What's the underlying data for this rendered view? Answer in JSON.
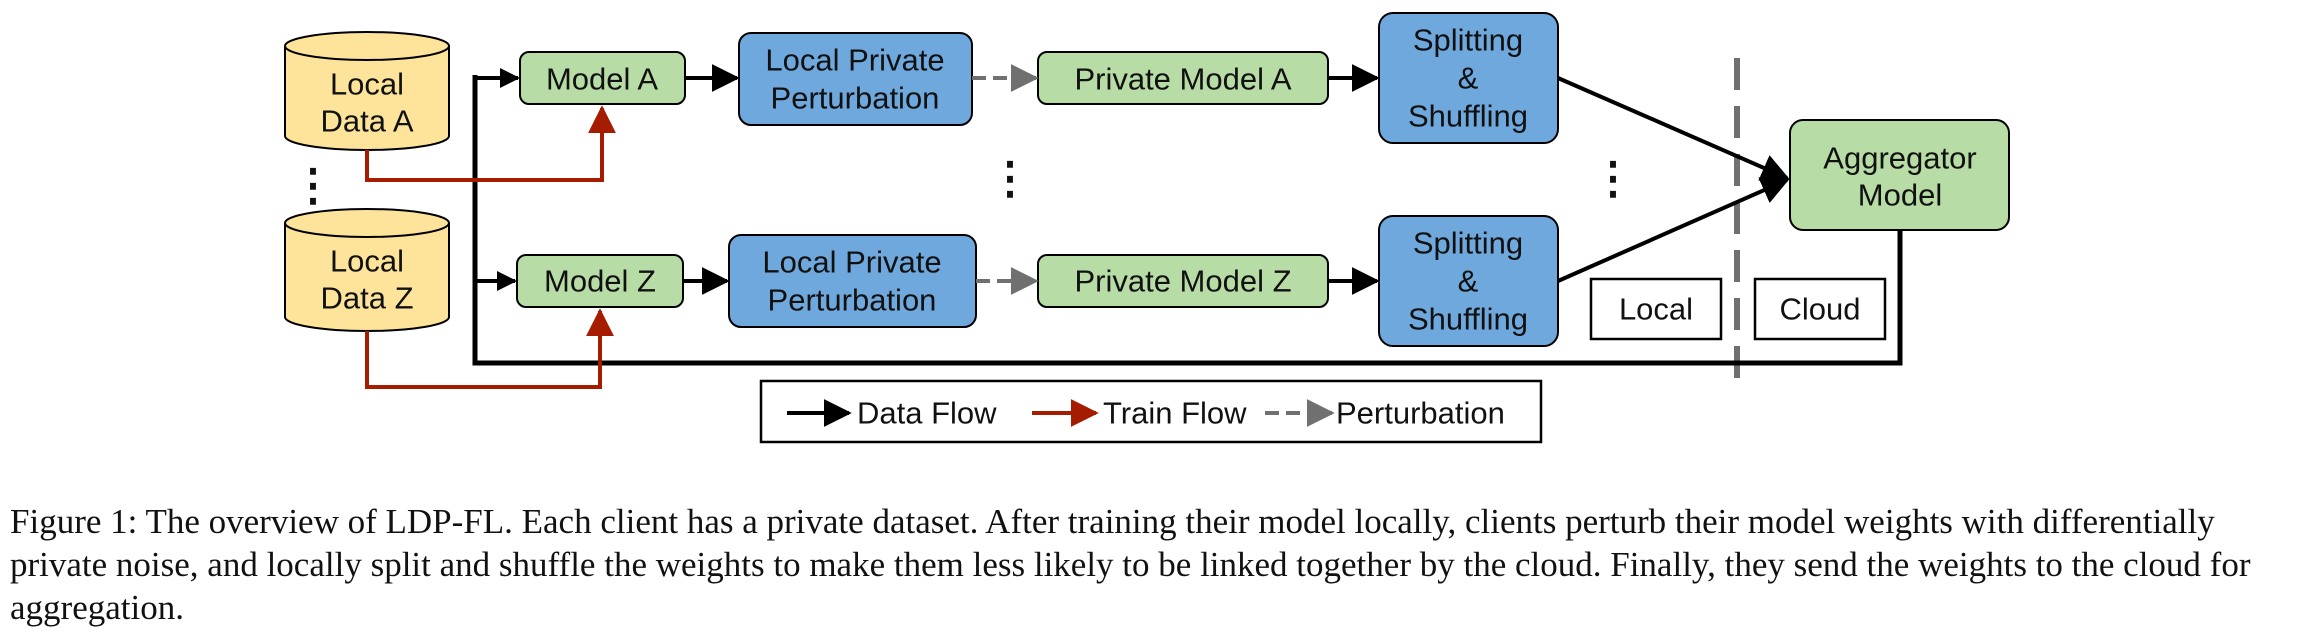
{
  "nodes": {
    "data_a": [
      "Local",
      "Data A"
    ],
    "data_z": [
      "Local",
      "Data Z"
    ],
    "model_a": [
      "Model A"
    ],
    "model_z": [
      "Model Z"
    ],
    "lpp_a": [
      "Local Private",
      "Perturbation"
    ],
    "lpp_z": [
      "Local Private",
      "Perturbation"
    ],
    "pm_a": [
      "Private Model A"
    ],
    "pm_z": [
      "Private Model Z"
    ],
    "ss_a": [
      "Splitting",
      "&",
      "Shuffling"
    ],
    "ss_z": [
      "Splitting",
      "&",
      "Shuffling"
    ],
    "aggregator": [
      "Aggregator",
      "Model"
    ]
  },
  "regions": {
    "local": "Local",
    "cloud": "Cloud"
  },
  "ellipsis": "⋮",
  "legend": {
    "data_flow": "Data Flow",
    "train_flow": "Train Flow",
    "perturbation": "Perturbation"
  },
  "colors": {
    "data_store": "#fde49a",
    "model": "#b8dca6",
    "process": "#6fa8dc",
    "data_flow": "#000000",
    "train_flow": "#a61c00",
    "perturbation": "#707070"
  },
  "caption": "Figure 1: The overview of LDP-FL. Each client has a private dataset. After training their model locally, clients perturb their model weights with differentially private noise, and locally split and shuffle the weights to make them less likely to be linked together by the cloud. Finally, they send the weights to the cloud for aggregation."
}
